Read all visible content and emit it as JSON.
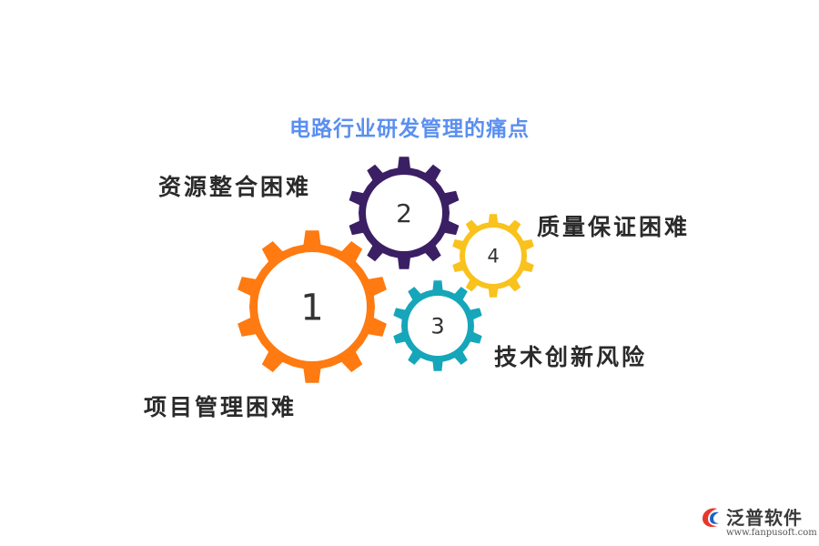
{
  "title": "电路行业研发管理的痛点",
  "gears": [
    {
      "number": "1",
      "label": "项目管理困难",
      "color": "#ff7a10"
    },
    {
      "number": "2",
      "label": "资源整合困难",
      "color": "#3b1f64"
    },
    {
      "number": "3",
      "label": "技术创新风险",
      "color": "#16a6ba"
    },
    {
      "number": "4",
      "label": "质量保证困难",
      "color": "#f9c21c"
    }
  ],
  "logo": {
    "name": "泛普软件",
    "url": "www.fanpusoft.com",
    "icon": "fanpu-logo-icon"
  }
}
